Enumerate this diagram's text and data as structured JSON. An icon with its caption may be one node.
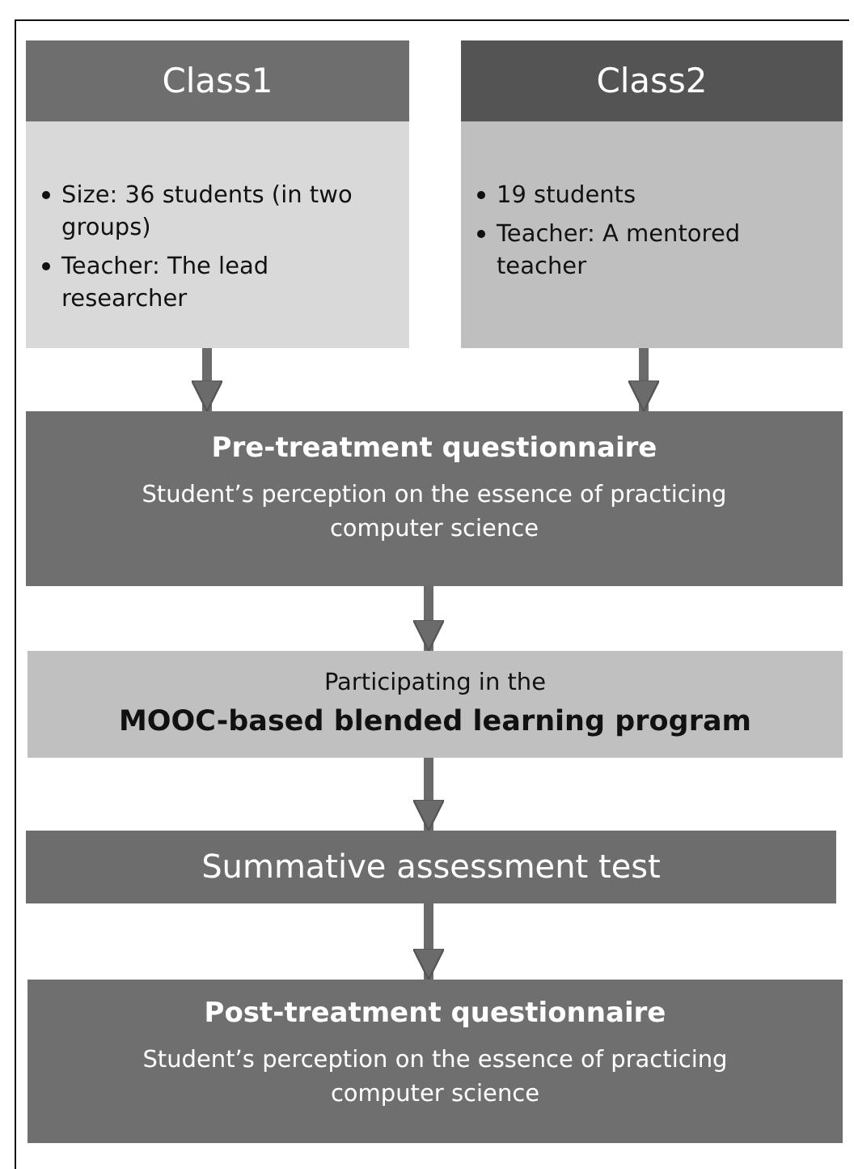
{
  "diagram": {
    "nodes": [
      {
        "text": [
          "Class1",
          "Size: 36 students (in two groups)",
          "Teacher: The lead researcher"
        ]
      },
      {
        "text": [
          "Class2",
          "19 students",
          "Teacher: A mentored teacher"
        ]
      },
      {
        "text": [
          "Pre-treatment questionnaire",
          "Student’s perception on the essence of practicing computer science"
        ]
      },
      {
        "text": [
          "Participating in the",
          "MOOC-based blended learning program"
        ]
      },
      {
        "text": [
          "Summative assessment test"
        ]
      },
      {
        "text": [
          "Post-treatment questionnaire",
          "Student’s perception on the essence of practicing computer science"
        ]
      }
    ],
    "edges": [
      {
        "from": 0,
        "to": 2,
        "arrow": "to"
      },
      {
        "from": 1,
        "to": 2,
        "arrow": "to"
      },
      {
        "from": 2,
        "to": 3,
        "arrow": "to"
      },
      {
        "from": 3,
        "to": 4,
        "arrow": "to"
      },
      {
        "from": 4,
        "to": 5,
        "arrow": "to"
      }
    ]
  }
}
